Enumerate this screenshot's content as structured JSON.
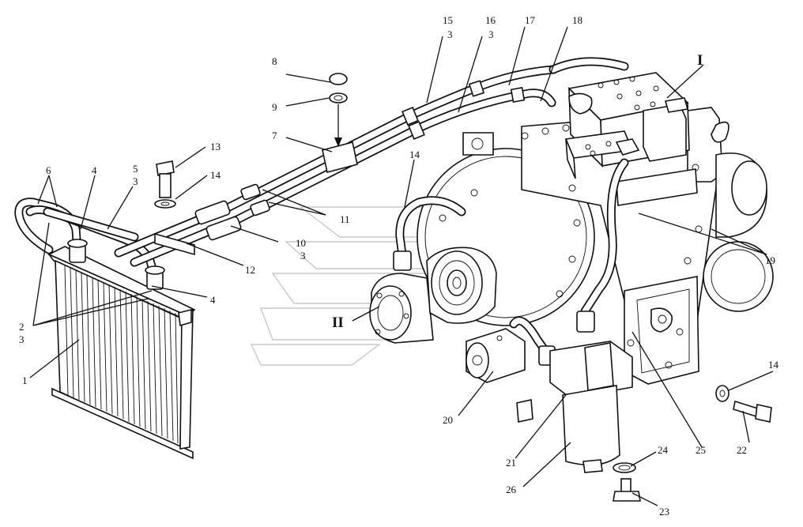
{
  "callouts": [
    {
      "id": "c1",
      "text": "1"
    },
    {
      "id": "c2",
      "text": "2"
    },
    {
      "id": "c3a",
      "text": "3"
    },
    {
      "id": "c3b",
      "text": "3"
    },
    {
      "id": "c3c",
      "text": "3"
    },
    {
      "id": "c3d",
      "text": "3"
    },
    {
      "id": "c3e",
      "text": "3"
    },
    {
      "id": "c4a",
      "text": "4"
    },
    {
      "id": "c4b",
      "text": "4"
    },
    {
      "id": "c5",
      "text": "5"
    },
    {
      "id": "c6",
      "text": "6"
    },
    {
      "id": "c7",
      "text": "7"
    },
    {
      "id": "c8",
      "text": "8"
    },
    {
      "id": "c9",
      "text": "9"
    },
    {
      "id": "c10",
      "text": "10"
    },
    {
      "id": "c11",
      "text": "11"
    },
    {
      "id": "c12",
      "text": "12"
    },
    {
      "id": "c13",
      "text": "13"
    },
    {
      "id": "c14a",
      "text": "14"
    },
    {
      "id": "c14b",
      "text": "14"
    },
    {
      "id": "c14c",
      "text": "14"
    },
    {
      "id": "c15",
      "text": "15"
    },
    {
      "id": "c16",
      "text": "16"
    },
    {
      "id": "c17",
      "text": "17"
    },
    {
      "id": "c18",
      "text": "18"
    },
    {
      "id": "c19",
      "text": "19"
    },
    {
      "id": "c20",
      "text": "20"
    },
    {
      "id": "c21",
      "text": "21"
    },
    {
      "id": "c22",
      "text": "22"
    },
    {
      "id": "c23",
      "text": "23"
    },
    {
      "id": "c24",
      "text": "24"
    },
    {
      "id": "c25",
      "text": "25"
    },
    {
      "id": "c26",
      "text": "26"
    }
  ],
  "views": [
    {
      "id": "vI",
      "text": "I"
    },
    {
      "id": "vII",
      "text": "II"
    }
  ]
}
